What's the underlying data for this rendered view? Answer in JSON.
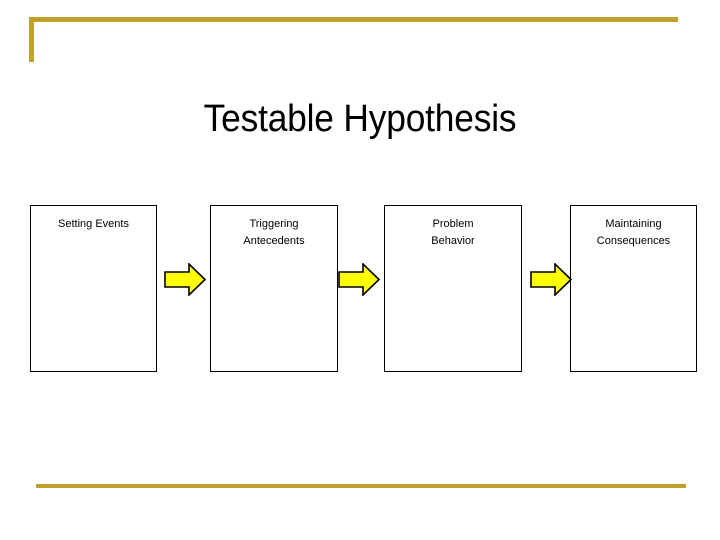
{
  "slide": {
    "title": "Testable Hypothesis",
    "background_color": "#FFFFFF",
    "accent_color": "#C1A02C",
    "outline_color": "#000000",
    "arrow_fill_color": "#FFFF00"
  },
  "decorations": {
    "top_rule_name": "gold-top-rule",
    "left_rule_name": "gold-left-rule",
    "bottom_rule_name": "gold-bottom-rule"
  },
  "diagram": {
    "type": "horizontal-flow",
    "boxes": [
      {
        "label": "Setting Events"
      },
      {
        "label": "Triggering\nAntecedents"
      },
      {
        "label": "Problem\nBehavior"
      },
      {
        "label": "Maintaining\nConsequences"
      }
    ],
    "connectors": [
      {
        "icon": "right-arrow-icon"
      },
      {
        "icon": "right-arrow-icon"
      },
      {
        "icon": "right-arrow-icon"
      }
    ]
  }
}
